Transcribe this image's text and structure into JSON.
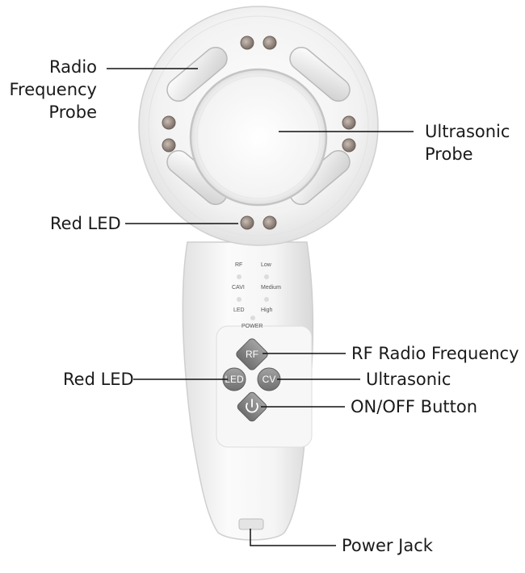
{
  "labels": {
    "radio_frequency_probe": [
      "Radio",
      "Frequency",
      "Probe"
    ],
    "ultrasonic_probe": [
      "Ultrasonic",
      "Probe"
    ],
    "red_led_top": "Red LED",
    "red_led_button": "Red LED",
    "rf_radio_frequency": "RF Radio Frequency",
    "ultrasonic": "Ultrasonic",
    "on_off_button": "ON/OFF Button",
    "power_jack": "Power Jack"
  },
  "device_panel": {
    "left_indicators": [
      "RF",
      "CAVI",
      "LED"
    ],
    "right_indicators": [
      "Low",
      "Medium",
      "High"
    ],
    "power_label": "POWER"
  },
  "buttons": {
    "rf": "RF",
    "led": "LED",
    "cv": "CV"
  },
  "colors": {
    "body": "#f4f4f4",
    "ring": "#ececec",
    "button": "#8c8c8c",
    "led": "#9a8e86"
  }
}
